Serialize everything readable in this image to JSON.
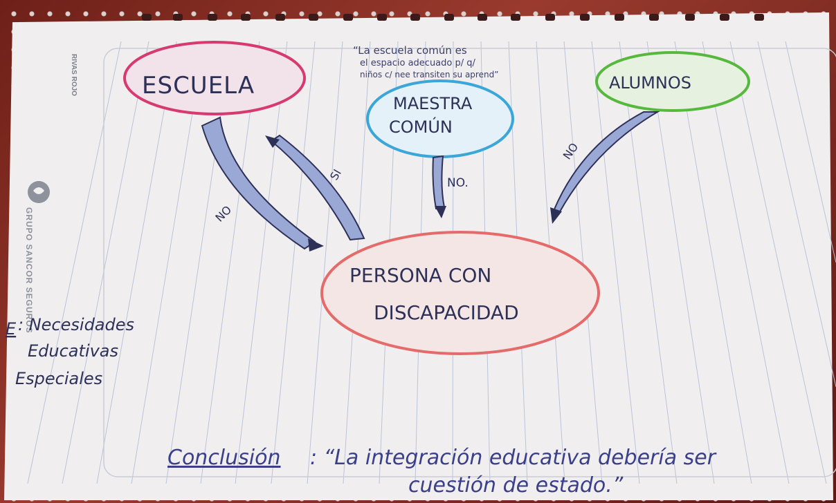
{
  "brand": {
    "rivas_rojo": "RIVAS ROJO",
    "grupo": "GRUPO SANCOR SEGUROS"
  },
  "nodes": {
    "escuela": "ESCUELA",
    "maestra_line1": "MAESTRA",
    "maestra_line2": "COMÚN",
    "alumnos": "ALUMNOS",
    "persona_line1": "PERSONA CON",
    "persona_line2": "DISCAPACIDAD"
  },
  "note": {
    "line1": "“La escuela común es",
    "line2": "el espacio adecuado p/ q/",
    "line3": "niños c/ nee transiten su aprend”"
  },
  "edge_labels": {
    "escuela_to_persona": "NO",
    "persona_to_escuela": "SI",
    "maestra_to_persona": "NO.",
    "alumnos_to_persona": "NO"
  },
  "legend": {
    "key": "E",
    "line1": ": Necesidades",
    "line2": "Educativas",
    "line3": "Especiales"
  },
  "conclusion": {
    "label": "Conclusión",
    "line1": ": “La integración educativa debería ser",
    "line2": "cuestión de estado.”"
  },
  "colors": {
    "escuela": "#d63a6e",
    "maestra": "#3aa7d8",
    "alumnos": "#57b83e",
    "persona": "#e56a6a",
    "arrow_fill": "#9aa8d6",
    "ink": "#2d3157"
  }
}
